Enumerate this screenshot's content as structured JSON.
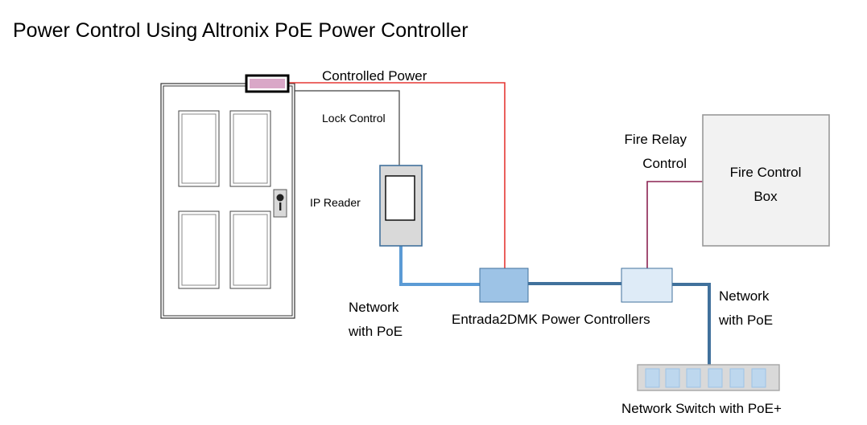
{
  "title": "Power Control Using Altronix PoE Power Controller",
  "labels": {
    "controlled_power": "Controlled Power",
    "lock_control": "Lock Control",
    "ip_reader": "IP Reader",
    "fire_relay_line1": "Fire Relay",
    "fire_relay_line2": "Control",
    "fire_box_line1": "Fire Control",
    "fire_box_line2": "Box",
    "network_left_line1": "Network",
    "network_left_line2": "with PoE",
    "network_right_line1": "Network",
    "network_right_line2": "with PoE",
    "power_controllers": "Entrada2DMK Power Controllers",
    "switch": "Network Switch with PoE+"
  },
  "colors": {
    "power_wire": "#e53935",
    "lock_wire": "#404040",
    "network_wire_light": "#5b9bd5",
    "network_wire_dark": "#41719c",
    "fire_wire": "#8b2252",
    "lock_fill": "#d9a7c7",
    "controller_fill": "#9dc3e6",
    "controller2_fill": "#deebf7",
    "reader_fill": "#d9d9d9",
    "box_fill": "#f2f2f2"
  }
}
